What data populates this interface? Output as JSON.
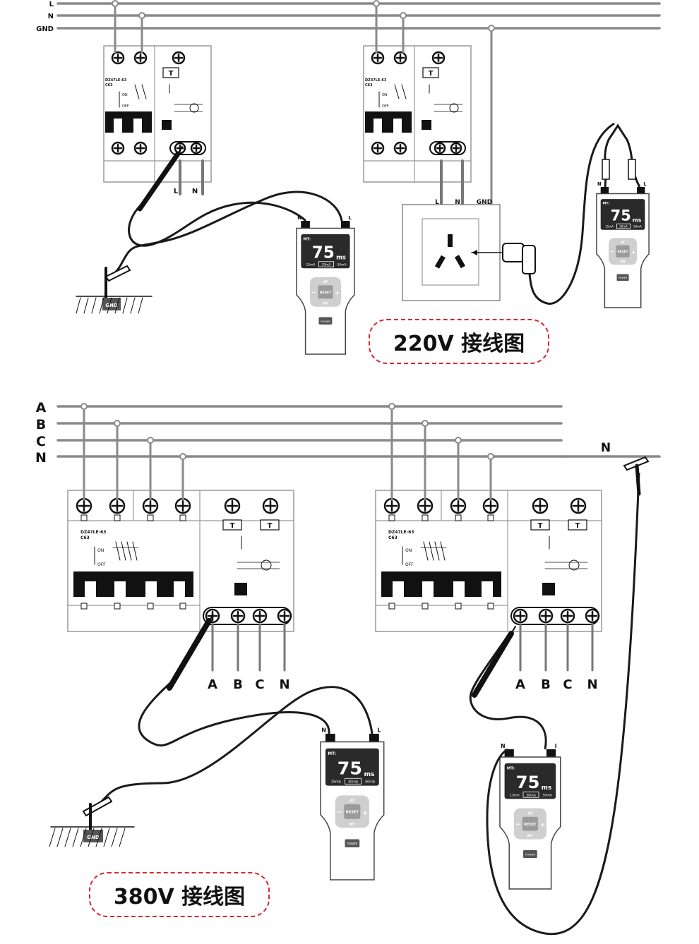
{
  "captions": {
    "top": "220V 接线图",
    "bottom": "380V 接线图"
  },
  "top_bus": [
    "L",
    "N",
    "GND"
  ],
  "bottom_bus": [
    "A",
    "B",
    "C",
    "N"
  ],
  "breaker": {
    "model": "DZ47LE-63",
    "rating": "C63",
    "on": "ON",
    "off": "OFF",
    "test": "T"
  },
  "terminals": {
    "single": [
      "L",
      "N"
    ],
    "socket": [
      "L",
      "N",
      "GND"
    ],
    "three": [
      "A",
      "B",
      "C",
      "N"
    ]
  },
  "ground_label": "GND",
  "neutral_clip_label": "N",
  "tester": {
    "mode": "MT:",
    "value": "75",
    "unit": "ms",
    "ranges": [
      "15mA",
      "30mA",
      "50mA"
    ],
    "btn_up": "AT",
    "btn_center": "RESET",
    "btn_down": "MT",
    "btn_minus": "−",
    "btn_plus": "+",
    "power": "POWER",
    "port_left": "N",
    "port_right": "L"
  },
  "colors": {
    "wire": "#1a1a1a",
    "bus": "#8a8a8a",
    "caption_border": "#d9272e",
    "screen": "#2a2a2a"
  }
}
